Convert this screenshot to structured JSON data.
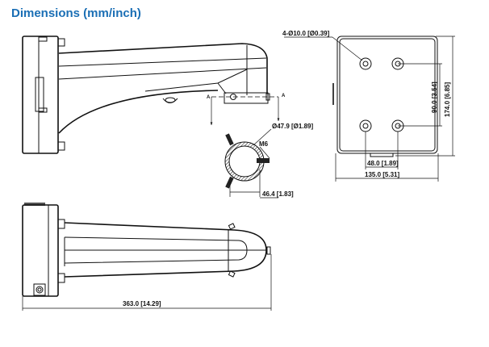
{
  "title": "Dimensions (mm/inch)",
  "labels": {
    "hole_diameter": "4-Ø10.0 [Ø0.39]",
    "pole_diameter": "Ø47.9 [Ø1.89]",
    "screw": "M6",
    "pole_clamp_width": "46.4 [1.83]",
    "hole_spacing_vertical": "90.0 [3.54]",
    "plate_height": "174.0 [6.85]",
    "hole_spacing_horizontal": "48.0 [1.89]",
    "plate_width": "135.0 [5.31]",
    "arm_length": "363.0 [14.29]",
    "section_left": "A",
    "section_right": "A"
  }
}
